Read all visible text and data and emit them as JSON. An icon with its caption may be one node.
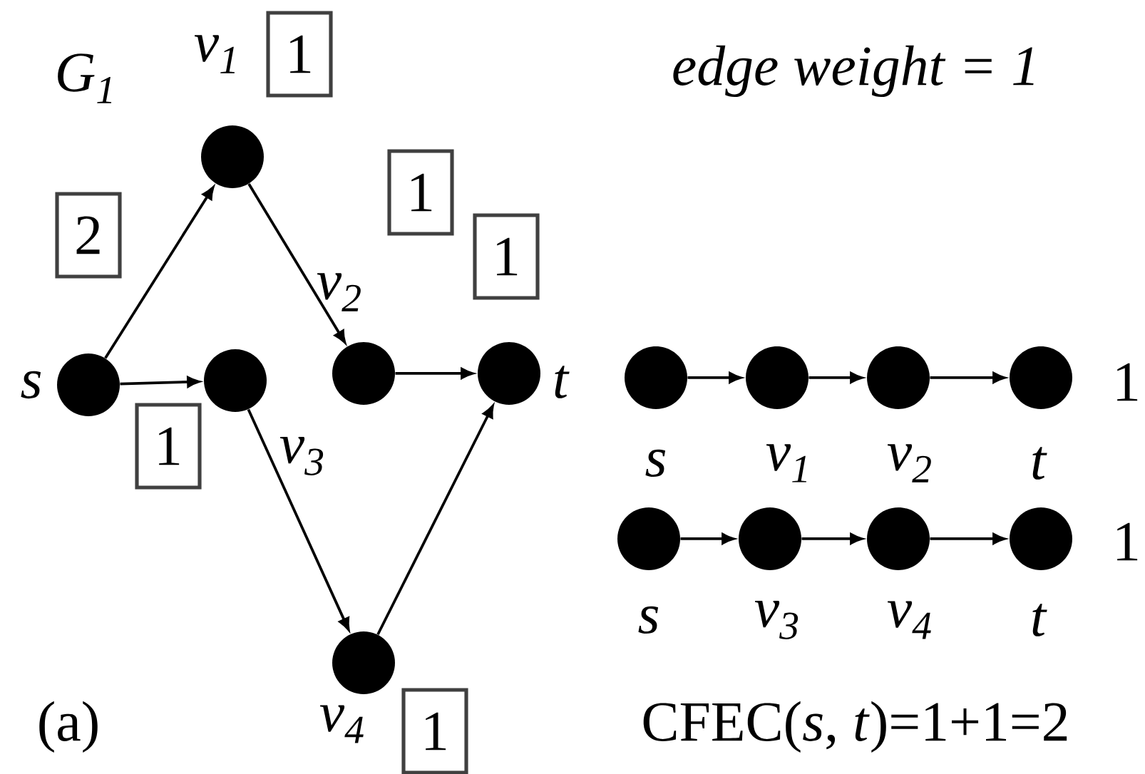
{
  "diagram": {
    "nodes": [
      {
        "text": [],
        "shape": "circle",
        "beside": [
          "s"
        ]
      },
      {
        "text": [],
        "shape": "circle",
        "beside": [
          "v$_{1}$"
        ]
      },
      {
        "text": [],
        "shape": "circle",
        "beside": [
          "v$_{2}$"
        ]
      },
      {
        "text": [],
        "shape": "circle",
        "beside": [
          "v$_{3}$"
        ]
      },
      {
        "text": [],
        "shape": "circle",
        "beside": [
          "v$_{4}$"
        ]
      },
      {
        "text": [],
        "shape": "circle",
        "beside": [
          "t"
        ]
      },
      {
        "text": [
          "2"
        ]
      },
      {
        "text": [
          "1"
        ]
      },
      {
        "text": [
          "1"
        ]
      },
      {
        "text": [
          "1"
        ]
      },
      {
        "text": [
          "1"
        ]
      },
      {
        "text": [
          "1"
        ]
      },
      {
        "text": [],
        "shape": "circle",
        "beside": [
          "s"
        ]
      },
      {
        "text": [],
        "shape": "circle",
        "beside": [
          "v$_{1}$"
        ]
      },
      {
        "text": [],
        "shape": "circle",
        "beside": [
          "v$_{2}$"
        ]
      },
      {
        "text": [],
        "shape": "circle",
        "beside": [
          "t"
        ]
      },
      {
        "text": [],
        "shape": "circle",
        "beside": [
          "s"
        ]
      },
      {
        "text": [],
        "shape": "circle",
        "beside": [
          "v$_{3}$"
        ]
      },
      {
        "text": [],
        "shape": "circle",
        "beside": [
          "v$_{4}$"
        ]
      },
      {
        "text": [],
        "shape": "circle",
        "beside": [
          "t"
        ]
      }
    ],
    "edges": [
      {
        "from": 0,
        "to": 1,
        "arrow": "to"
      },
      {
        "from": 0,
        "to": 3,
        "arrow": "to"
      },
      {
        "from": 1,
        "to": 2,
        "arrow": "to"
      },
      {
        "from": 2,
        "to": 5,
        "arrow": "to"
      },
      {
        "from": 3,
        "to": 4,
        "arrow": "to"
      },
      {
        "from": 4,
        "to": 5,
        "arrow": "to"
      },
      {
        "from": 12,
        "to": 13,
        "arrow": "to"
      },
      {
        "from": 13,
        "to": 14,
        "arrow": "to"
      },
      {
        "from": 14,
        "to": 15,
        "arrow": "to"
      },
      {
        "from": 16,
        "to": 17,
        "arrow": "to"
      },
      {
        "from": 17,
        "to": 18,
        "arrow": "to"
      },
      {
        "from": 18,
        "to": 19,
        "arrow": "to"
      }
    ],
    "labels": [
      "G$_{1}$",
      "edge weight = 1",
      "1",
      "1",
      "(a)",
      "CFEC(*s*, *t*)=1+1=2"
    ]
  }
}
